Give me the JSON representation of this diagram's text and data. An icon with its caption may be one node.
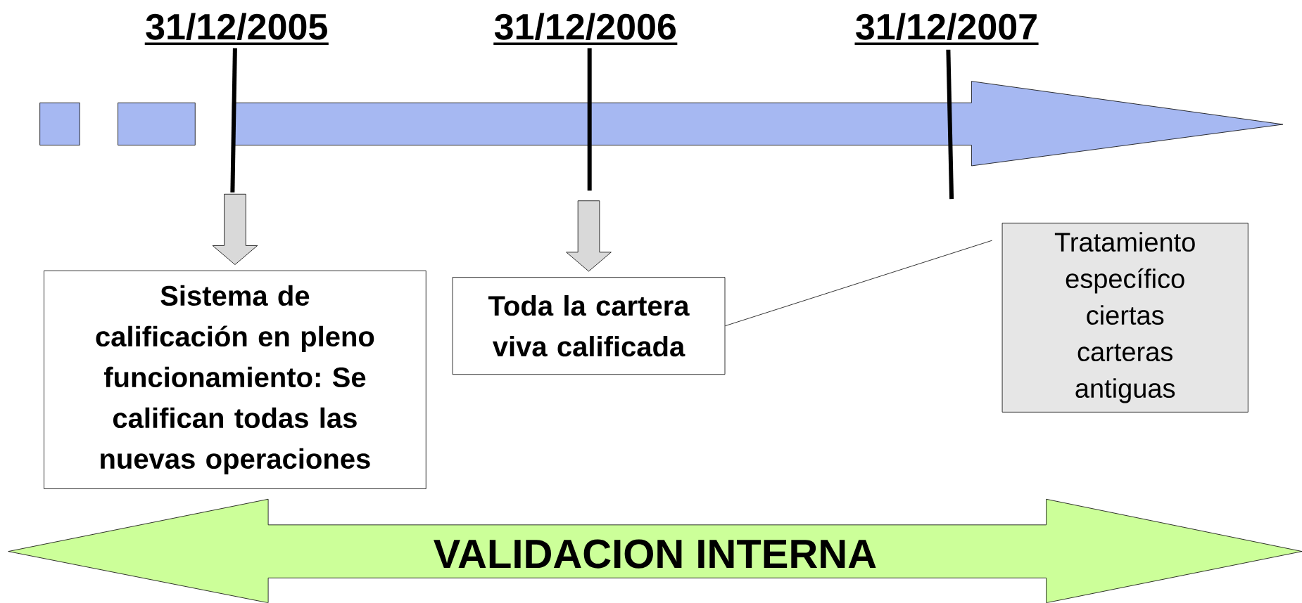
{
  "diagram": {
    "nodes": [
      {
        "text": [
          "Sistema de calificación en pleno funcionamiento: Se califican todas las nuevas operaciones"
        ]
      },
      {
        "text": [
          "Toda la cartera viva calificada"
        ]
      },
      {
        "text": [
          "Tratamiento específico ciertas carteras antiguas"
        ]
      },
      {
        "text": [
          "VALIDACION INTERNA"
        ]
      }
    ],
    "edges": [
      {
        "from": null,
        "to": 0,
        "arrow": "to"
      },
      {
        "from": null,
        "to": 1,
        "arrow": "to"
      },
      {
        "from": 1,
        "to": 2,
        "arrow": "none"
      }
    ],
    "labels": [
      "31/12/2005",
      "31/12/2006",
      "31/12/2007"
    ]
  }
}
